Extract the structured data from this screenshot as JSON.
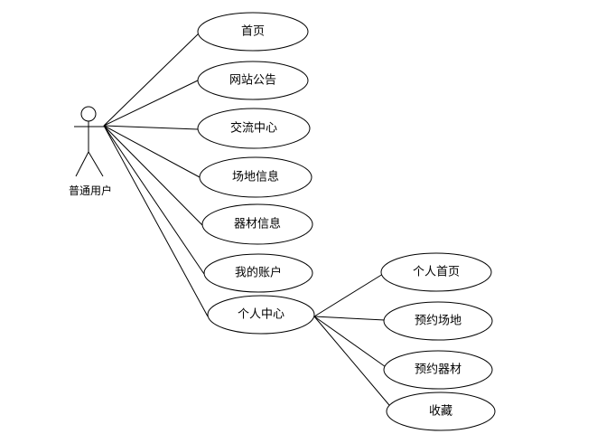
{
  "actor": {
    "label": "普通用户"
  },
  "use_cases": {
    "home": "首页",
    "announcements": "网站公告",
    "exchange_center": "交流中心",
    "venue_info": "场地信息",
    "equipment_info": "器材信息",
    "my_account": "我的账户",
    "personal_center": "个人中心"
  },
  "personal_center_children": {
    "personal_home": "个人首页",
    "reserve_venue": "预约场地",
    "reserve_equipment": "预约器材",
    "favorites": "收藏"
  },
  "colors": {
    "stroke": "#000000",
    "fill": "#ffffff"
  }
}
